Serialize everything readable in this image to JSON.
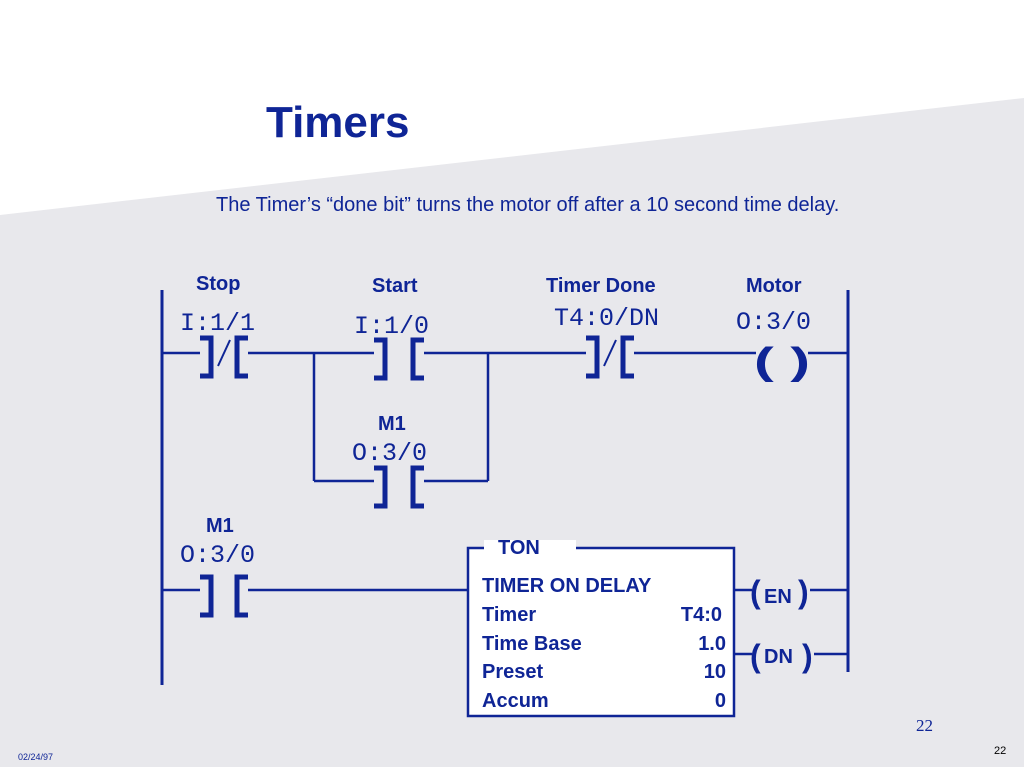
{
  "slide": {
    "title": "Timers",
    "subtitle": "The Timer’s “done bit” turns the motor off after a 10 second time delay.",
    "page_number": "22",
    "footer_date": "02/24/97",
    "footer_page": "22"
  },
  "colors": {
    "accent": "#0f2596",
    "background_band": "#e8e8ec"
  },
  "rung1": {
    "stop_label": "Stop",
    "stop_address": "I:1/1",
    "start_label": "Start",
    "start_address": "I:1/0",
    "branch_label": "M1",
    "branch_address": "O:3/0",
    "timer_done_label": "Timer Done",
    "timer_done_address": "T4:0/DN",
    "motor_label": "Motor",
    "motor_address": "O:3/0",
    "coil_symbol": "( )"
  },
  "rung2": {
    "contact_label": "M1",
    "contact_address": "O:3/0",
    "instruction": "TON",
    "box_title": "TIMER ON DELAY",
    "rows": [
      {
        "label": "Timer",
        "value": "T4:0"
      },
      {
        "label": "Time Base",
        "value": "1.0"
      },
      {
        "label": "Preset",
        "value": "10"
      },
      {
        "label": "Accum",
        "value": "0"
      }
    ],
    "en_label": "EN",
    "dn_label": "DN"
  },
  "symbols": {
    "no_contact": "] [",
    "nc_slash": "/",
    "bracket_right": "]",
    "bracket_left": "[",
    "paren_open": "(",
    "paren_close": ")"
  }
}
